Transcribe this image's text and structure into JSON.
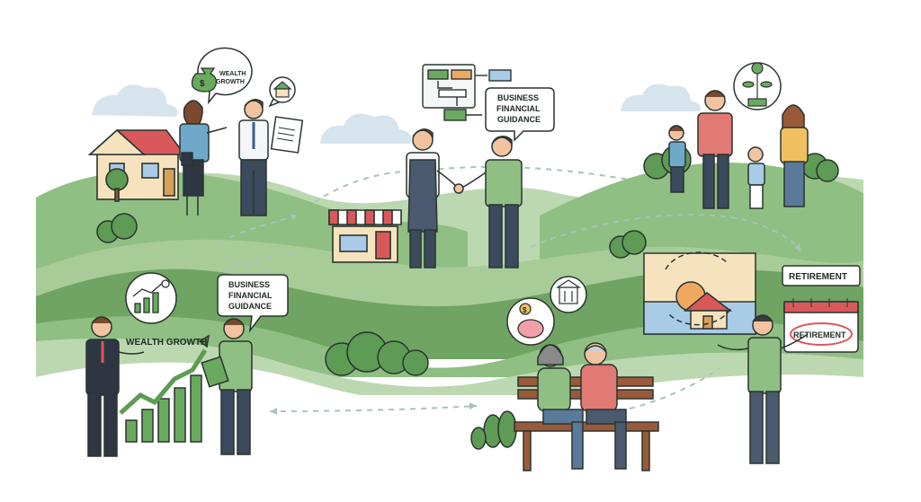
{
  "labels": {
    "wealth_growth_bubble": [
      "WEALTH",
      "GROWTH"
    ],
    "business_guidance_top": [
      "BUSINESS",
      "FINANCIAL",
      "GUIDANCE"
    ],
    "business_guidance_left": [
      "BUSINESS",
      "FINANCIAL",
      "GUIDANCE"
    ],
    "wealth_growth_chart": "WEALTH GROWTH",
    "retirement_sign": "RETIREMENT",
    "retirement_stamp": "RETIREMENT",
    "money_bag_symbol": "$",
    "piggy_coin_symbol": "$"
  },
  "icons": {
    "money_bag": "money-bag-icon",
    "house": "house-icon",
    "plant": "plant-icon",
    "chart": "chart-icon",
    "piggy_bank": "piggy-bank-icon",
    "building": "building-icon",
    "calendar": "calendar-icon"
  },
  "colors": {
    "hill_light": "#bcd8b0",
    "hill_mid": "#8fbf82",
    "hill_dark": "#6fa463",
    "cloud": "#d6e4ee",
    "roof_red": "#d9595a",
    "outline": "#2a3430",
    "accent_green": "#5e9b54"
  }
}
